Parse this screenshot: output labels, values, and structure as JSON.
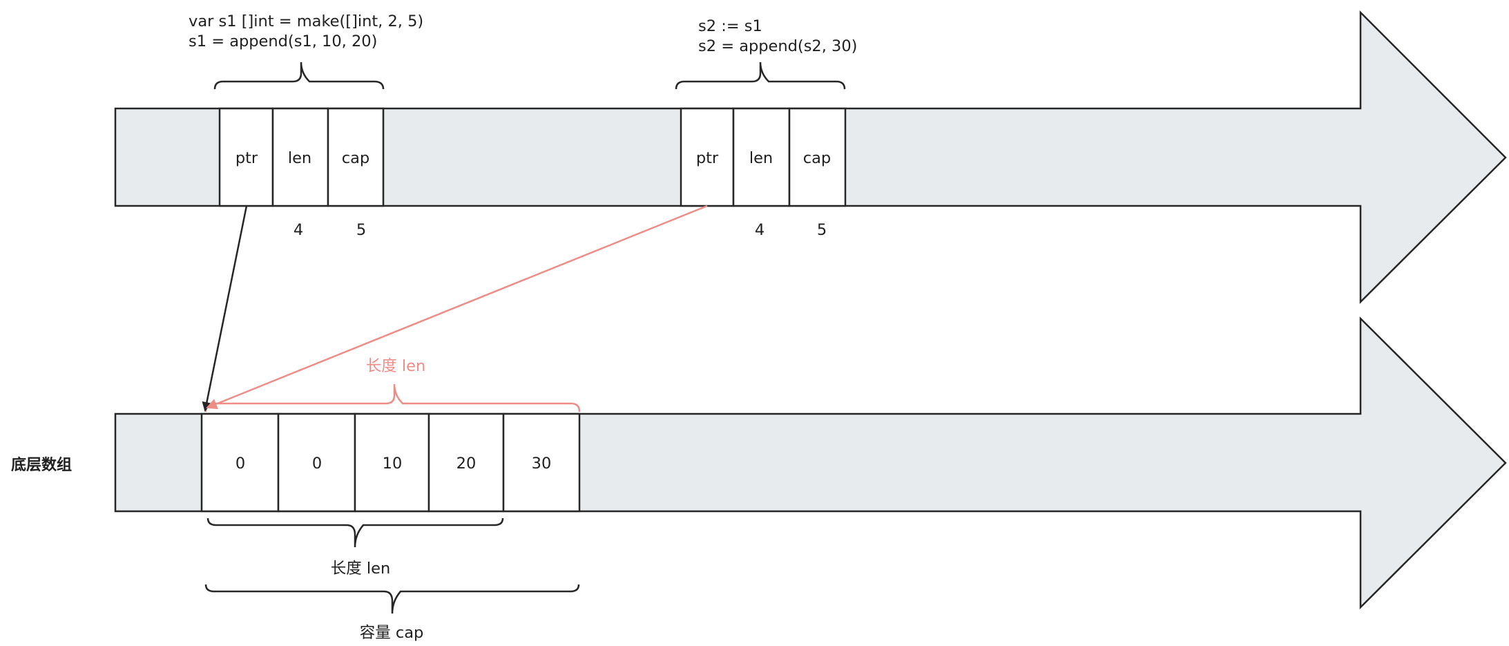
{
  "slice_s1": {
    "code_line_1": "var s1 []int = make([]int, 2, 5)",
    "code_line_2": "s1 = append(s1, 10, 20)",
    "header_cells": [
      "ptr",
      "len",
      "cap"
    ],
    "len_value": "4",
    "cap_value": "5"
  },
  "slice_s2": {
    "code_line_1": "s2 := s1",
    "code_line_2": "s2 = append(s2, 30)",
    "header_cells": [
      "ptr",
      "len",
      "cap"
    ],
    "len_value": "4",
    "cap_value": "5"
  },
  "array": {
    "side_label": "底层数组",
    "cells": [
      "0",
      "0",
      "10",
      "20",
      "30"
    ],
    "s2_length_label": "长度 len",
    "s1_length_label": "长度 len",
    "capacity_label": "容量 cap"
  },
  "colors": {
    "band_fill": "#e7ebee",
    "stroke": "#262626",
    "s2_pointer": "#ee8c86"
  }
}
